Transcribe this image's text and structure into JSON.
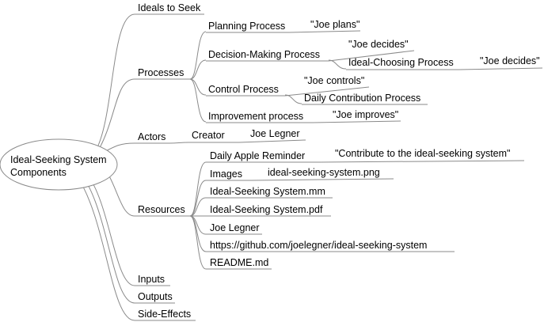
{
  "mindmap": {
    "root": {
      "line1": "Ideal-Seeking System",
      "line2": "Components"
    },
    "branches": {
      "ideals": "Ideals to Seek",
      "processes": {
        "label": "Processes",
        "planning": {
          "label": "Planning Process",
          "note": "\"Joe plans\""
        },
        "decision": {
          "label": "Decision-Making Process",
          "note": "\"Joe decides\"",
          "ideal_choosing": {
            "label": "Ideal-Choosing Process",
            "note": "\"Joe decides\""
          }
        },
        "control": {
          "label": "Control Process",
          "note": "\"Joe controls\"",
          "daily_contribution": "Daily Contribution Process"
        },
        "improvement": {
          "label": "Improvement process",
          "note": "\"Joe improves\""
        }
      },
      "actors": {
        "label": "Actors",
        "creator": {
          "label": "Creator",
          "name": "Joe Legner"
        }
      },
      "resources": {
        "label": "Resources",
        "reminder": {
          "label": "Daily Apple Reminder",
          "note": "\"Contribute to the ideal-seeking system\""
        },
        "images": {
          "label": "Images",
          "file": "ideal-seeking-system.png"
        },
        "mm_file": "Ideal-Seeking System.mm",
        "pdf_file": "Ideal-Seeking System.pdf",
        "author": "Joe Legner",
        "url": "https://github.com/joelegner/ideal-seeking-system",
        "readme": "README.md"
      },
      "inputs": "Inputs",
      "outputs": "Outputs",
      "side_effects": "Side-Effects"
    }
  }
}
